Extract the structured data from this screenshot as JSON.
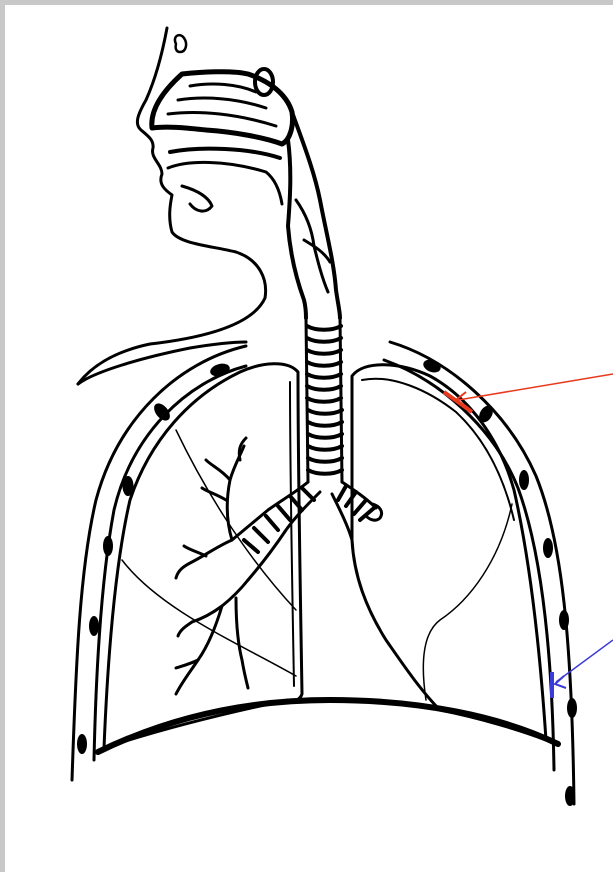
{
  "figure": {
    "subject": "respiratory-system-diagram",
    "colors": {
      "background": "#ffffff",
      "frame": "#c8c8c8",
      "line": "#000000",
      "pointer_red": "#e8391e",
      "pointer_blue": "#3b3bd6"
    },
    "pointers": [
      {
        "id": "red-pointer",
        "color": "#e8391e",
        "target": "pleura"
      },
      {
        "id": "blue-pointer",
        "color": "#3b3bd6",
        "target": "pleural-cavity"
      }
    ]
  }
}
